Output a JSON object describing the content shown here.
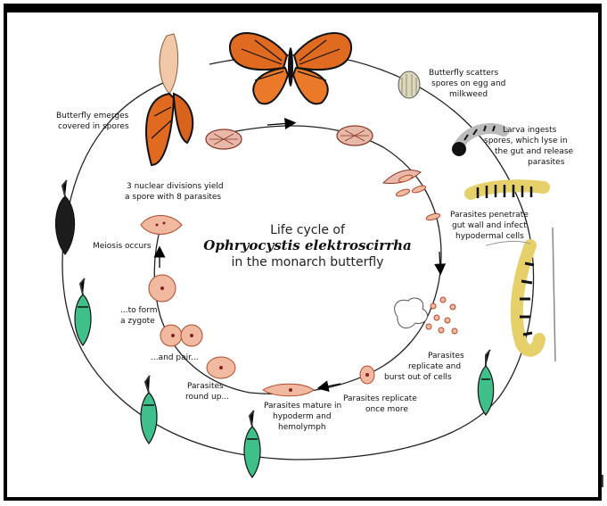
{
  "title": {
    "line1": "Life cycle of",
    "line2": "Ophryocystis elektroscirrha",
    "line3": "in the monarch butterfly"
  },
  "labels": {
    "scatter": [
      "Butterfly scatters",
      "spores on egg and",
      "milkweed"
    ],
    "ingest": [
      "Larva ingests",
      "spores, which lyse in",
      "the gut and release",
      "parasites"
    ],
    "penetrate": [
      "Parasites penetrate",
      "gut wall and infect",
      "hypodermal cells"
    ],
    "replicate_burst": [
      "Parasites",
      "replicate and",
      "burst out of cells"
    ],
    "replicate_once": [
      "Parasites replicate",
      "once more"
    ],
    "mature": [
      "Parasites mature in",
      "hypoderm and",
      "hemolymph"
    ],
    "round_up": [
      "Parasites",
      "round up..."
    ],
    "pair": [
      "...and pair..."
    ],
    "zygote": [
      "...to form",
      "a zygote"
    ],
    "meiosis": [
      "Meiosis occurs"
    ],
    "divisions": [
      "3 nuclear divisions yield",
      "a spore with 8 parasites"
    ],
    "emerges": [
      "Butterfly emerges",
      "covered in spores"
    ]
  },
  "colors": {
    "chrysalis_green": "#3fbf8a",
    "chrysalis_dark": "#1c1c1c",
    "wing_orange": "#e06a1f",
    "cell_fill": "#f1b9a0",
    "cell_stroke": "#b04a2a",
    "nucleus": "#8a1f1f"
  },
  "icons": [
    "monarch-butterfly-icon",
    "egg-icon",
    "caterpillar-icon",
    "chrysalis-icon",
    "spore-icon",
    "parasite-cell-icon"
  ]
}
